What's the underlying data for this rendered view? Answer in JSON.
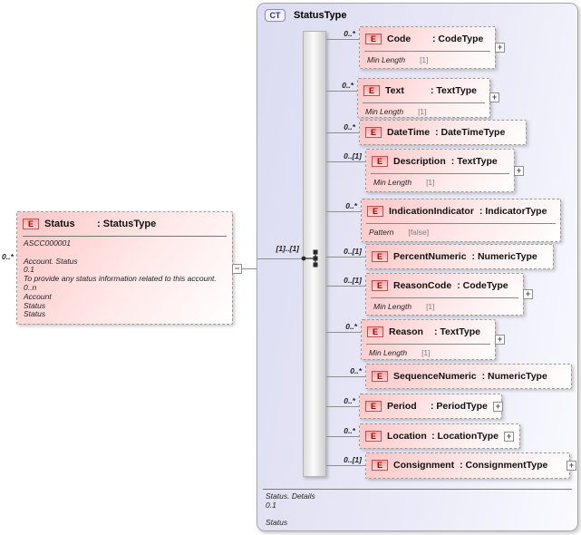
{
  "ui": {
    "colon": ":",
    "plus": "+",
    "minus": "−"
  },
  "source_element": {
    "kind_badge": "E",
    "name": "Status",
    "type": "StatusType",
    "cardinality_label": "0..*",
    "annotation_lines": [
      "ASCC000001",
      "",
      "Account. Status",
      "0.1",
      "To provide any status information related to this account.",
      "0..n",
      "Account",
      "Status",
      "Status"
    ]
  },
  "complex_type": {
    "kind_badge": "CT",
    "name": "StatusType",
    "compositor": "sequence",
    "compositor_cardinality": "[1]..[1]",
    "footer_lines": [
      "Status. Details",
      "0.1",
      "",
      "Status"
    ],
    "children": [
      {
        "badge": "E",
        "cardinality": "0..*",
        "name": "Code",
        "type": "CodeType",
        "facet": {
          "name": "Min Length",
          "value": "[1]"
        }
      },
      {
        "badge": "E",
        "cardinality": "0..*",
        "name": "Text",
        "type": "TextType",
        "facet": {
          "name": "Min Length",
          "value": "[1]"
        }
      },
      {
        "badge": "E",
        "cardinality": "0..*",
        "name": "DateTime",
        "type": "DateTimeType",
        "facet": null
      },
      {
        "badge": "E",
        "cardinality": "0..[1]",
        "name": "Description",
        "type": "TextType",
        "facet": {
          "name": "Min Length",
          "value": "[1]"
        }
      },
      {
        "badge": "E",
        "cardinality": "0..*",
        "name": "IndicationIndicator",
        "type": "IndicatorType",
        "facet": {
          "name": "Pattern",
          "value": "[false]"
        }
      },
      {
        "badge": "E",
        "cardinality": "0..[1]",
        "name": "PercentNumeric",
        "type": "NumericType",
        "facet": null
      },
      {
        "badge": "E",
        "cardinality": "0..[1]",
        "name": "ReasonCode",
        "type": "CodeType",
        "facet": {
          "name": "Min Length",
          "value": "[1]"
        }
      },
      {
        "badge": "E",
        "cardinality": "0..*",
        "name": "Reason",
        "type": "TextType",
        "facet": {
          "name": "Min Length",
          "value": "[1]"
        }
      },
      {
        "badge": "E",
        "cardinality": "0..*",
        "name": "SequenceNumeric",
        "type": "NumericType",
        "facet": null
      },
      {
        "badge": "E",
        "cardinality": "0..*",
        "name": "Period",
        "type": "PeriodType",
        "facet": null
      },
      {
        "badge": "E",
        "cardinality": "0..*",
        "name": "Location",
        "type": "LocationType",
        "facet": null
      },
      {
        "badge": "E",
        "cardinality": "0..[1]",
        "name": "Consignment",
        "type": "ConsignmentType",
        "facet": null
      }
    ]
  }
}
